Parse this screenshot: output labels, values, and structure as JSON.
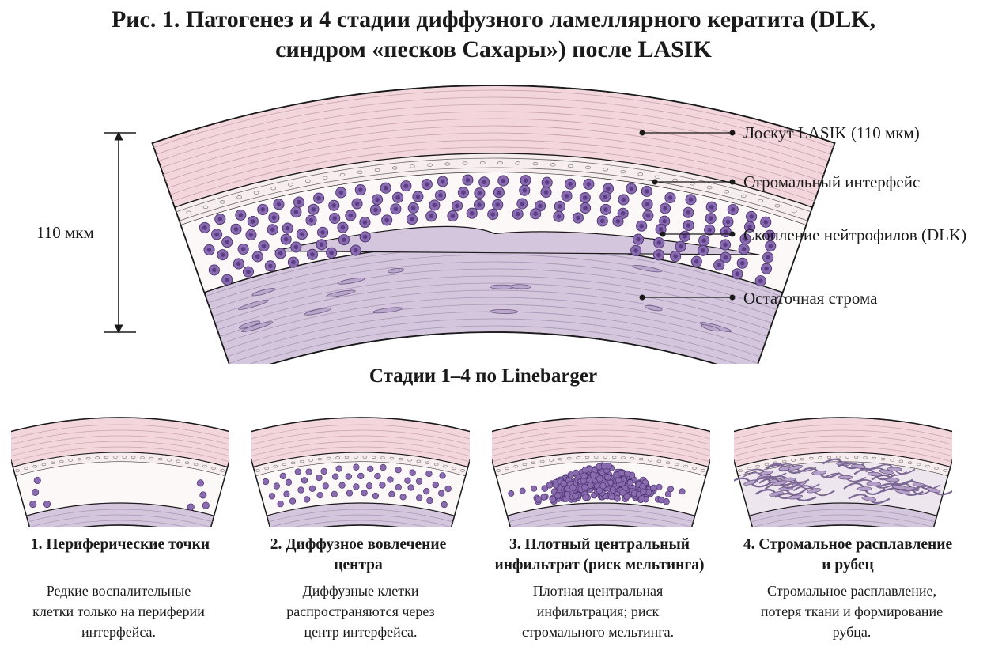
{
  "figure": {
    "title_line1": "Рис. 1. Патогенез и 4 стадии диффузного ламеллярного кератита (DLK,",
    "title_line2": "синдром «песков Сахары») после LASIK",
    "measurement_label": "110 мкм",
    "layers": [
      {
        "label": "Лоскут LASIK (110 мкм)"
      },
      {
        "label": "Стромальный интерфейс"
      },
      {
        "label": "Скопление нейтрофилов (DLK)"
      },
      {
        "label": "Остаточная строма"
      }
    ],
    "colors": {
      "flap": "#f2d6dc",
      "interface": "#f7ecee",
      "clear": "#fcf8f8",
      "stroma": "#d4c6dc",
      "cell": "#8a6bb0",
      "cell_core": "#5a3d87",
      "line": "#1a1a1a"
    }
  },
  "stages": {
    "heading": "Стадии 1–4 по Linebarger",
    "items": [
      {
        "title_line1": "1. Периферические точки",
        "title_line2": "",
        "desc_line1": "Редкие воспалительные",
        "desc_line2": "клетки только на периферии",
        "desc_line3": "интерфейса."
      },
      {
        "title_line1": "2. Диффузное вовлечение",
        "title_line2": "центра",
        "desc_line1": "Диффузные клетки",
        "desc_line2": "распространяются через",
        "desc_line3": "центр интерфейса."
      },
      {
        "title_line1": "3. Плотный центральный",
        "title_line2": "инфильтрат (риск мельтинга)",
        "desc_line1": "Плотная центральная",
        "desc_line2": "инфильтрация; риск",
        "desc_line3": "стромального мельтинга."
      },
      {
        "title_line1": "4. Стромальное расплавление",
        "title_line2": "и рубец",
        "desc_line1": "Стромальное расплавление,",
        "desc_line2": "потеря ткани и формирование",
        "desc_line3": "рубца."
      }
    ]
  }
}
